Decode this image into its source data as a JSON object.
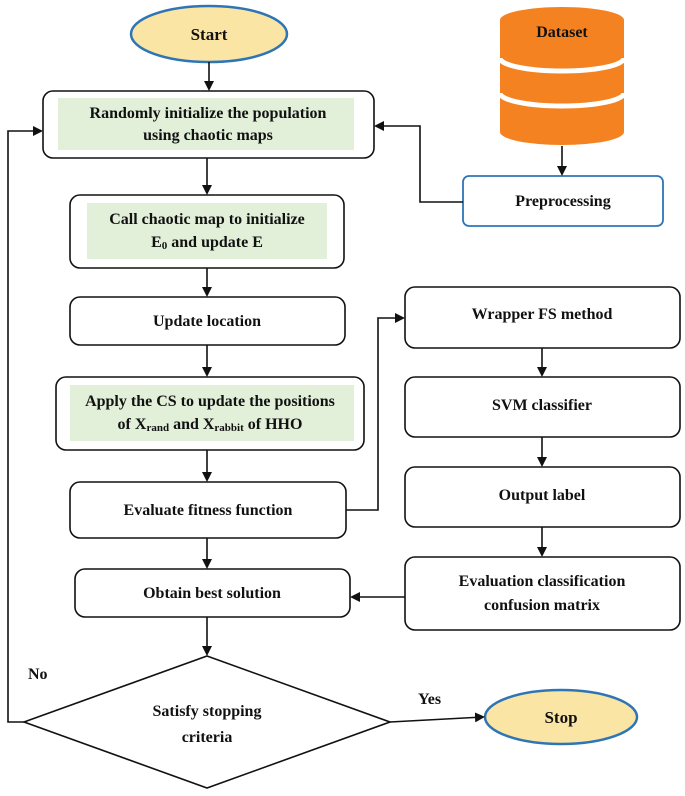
{
  "diagram": {
    "start": "Start",
    "stop": "Stop",
    "dataset": "Dataset",
    "preprocessing": "Preprocessing",
    "init_population": {
      "line1": "Randomly initialize the population",
      "line2": "using chaotic maps"
    },
    "chaotic_map": {
      "line1": "Call chaotic map to initialize",
      "line2_a": "E",
      "line2_sub": "0",
      "line2_b": " and update E"
    },
    "update_location": "Update location",
    "apply_cs": {
      "line1": "Apply the CS to update the positions",
      "line2_a": "of X",
      "line2_sub1": "rand",
      "line2_b": " and X",
      "line2_sub2": "rabbit",
      "line2_c": " of HHO"
    },
    "evaluate_fitness": "Evaluate fitness function",
    "best_solution": "Obtain best solution",
    "stopping": {
      "line1": "Satisfy stopping",
      "line2": "criteria"
    },
    "wrapper_fs": "Wrapper FS method",
    "svm": "SVM classifier",
    "output_label": "Output label",
    "eval_classification": {
      "line1": "Evaluation classification",
      "line2": "confusion matrix"
    },
    "labels": {
      "no": "No",
      "yes": "Yes"
    },
    "colors": {
      "terminal_fill": "#fbe5a5",
      "terminal_stroke": "#2e75b6",
      "dataset_fill": "#f58220",
      "highlight_fill": "#e2efd9",
      "stroke": "#111111"
    }
  }
}
